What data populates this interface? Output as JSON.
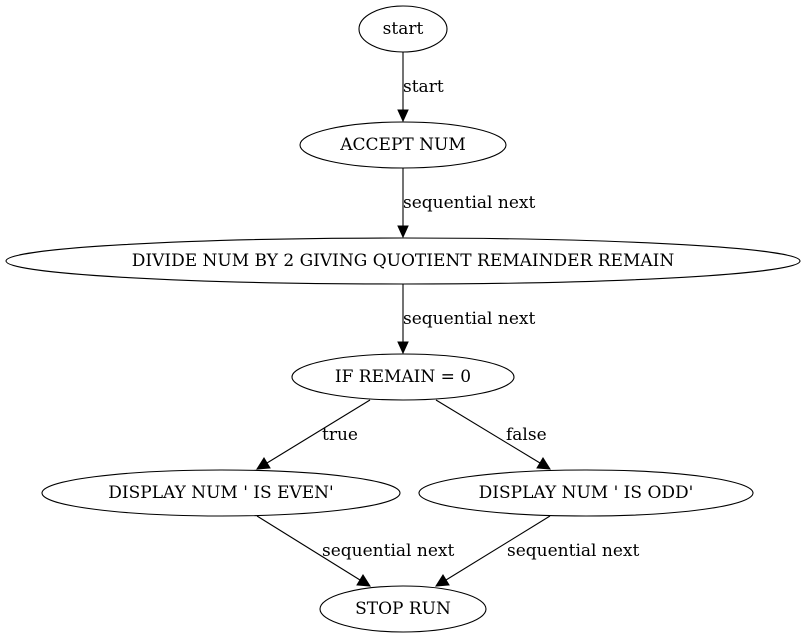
{
  "diagram": {
    "type": "flowchart",
    "nodes": [
      {
        "id": "start",
        "label": "start"
      },
      {
        "id": "accept",
        "label": "ACCEPT NUM"
      },
      {
        "id": "divide",
        "label": "DIVIDE NUM BY 2 GIVING QUOTIENT REMAINDER REMAIN"
      },
      {
        "id": "if",
        "label": "IF REMAIN = 0"
      },
      {
        "id": "even",
        "label": "DISPLAY NUM ' IS EVEN'"
      },
      {
        "id": "odd",
        "label": "DISPLAY NUM ' IS ODD'"
      },
      {
        "id": "stop",
        "label": "STOP RUN"
      }
    ],
    "edges": [
      {
        "from": "start",
        "to": "accept",
        "label": "start"
      },
      {
        "from": "accept",
        "to": "divide",
        "label": "sequential next"
      },
      {
        "from": "divide",
        "to": "if",
        "label": "sequential next"
      },
      {
        "from": "if",
        "to": "even",
        "label": "true"
      },
      {
        "from": "if",
        "to": "odd",
        "label": "false"
      },
      {
        "from": "even",
        "to": "stop",
        "label": "sequential next"
      },
      {
        "from": "odd",
        "to": "stop",
        "label": "sequential next"
      }
    ]
  }
}
